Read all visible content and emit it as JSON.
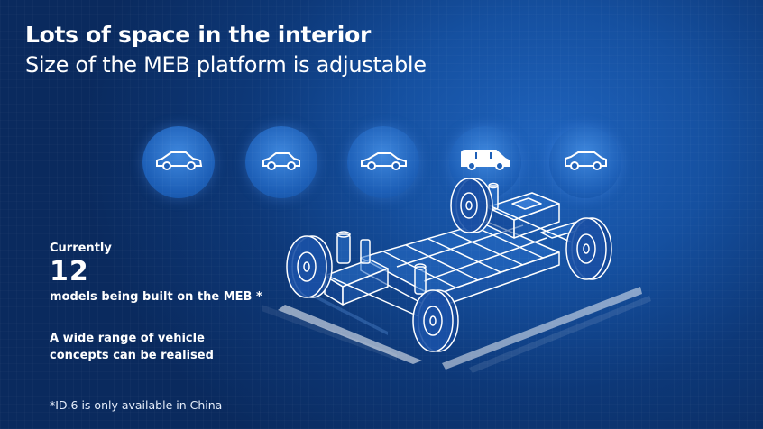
{
  "slide": {
    "title": "Lots of space in the interior",
    "subtitle": "Size of the MEB platform is adjustable"
  },
  "vehicles": [
    {
      "icon": "hatchback-car-icon"
    },
    {
      "icon": "compact-car-icon"
    },
    {
      "icon": "sedan-car-icon"
    },
    {
      "icon": "van-car-icon"
    },
    {
      "icon": "suv-car-icon"
    }
  ],
  "stats": {
    "label": "Currently",
    "number": "12",
    "description": "models being built on the MEB *",
    "concepts": "A wide range of vehicle concepts can be realised"
  },
  "footnote": "*ID.6 is only available in China",
  "colors": {
    "background": "#0d3878",
    "accent": "#2a6fc9",
    "text": "#ffffff"
  }
}
